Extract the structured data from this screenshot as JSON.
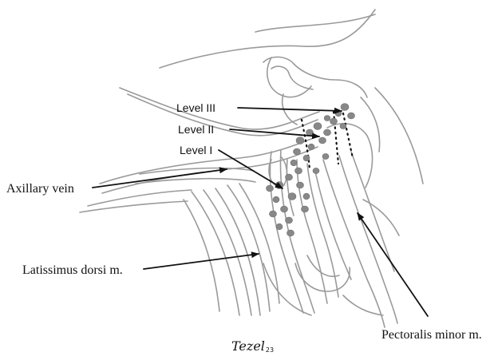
{
  "labels": {
    "level_iii": "Level III",
    "level_ii": "Level II",
    "level_i": "Level I",
    "axillary_vein": "Axillary vein",
    "latissimus_dorsi": "Latissimus dorsi m.",
    "pectoralis_minor": "Pectoralis minor m."
  },
  "signature": {
    "name": "Tezel",
    "number": "23"
  },
  "colors": {
    "outline": "#9a9a9a",
    "lymph_node": "#888888",
    "arrow": "#111111",
    "text": "#111111"
  }
}
